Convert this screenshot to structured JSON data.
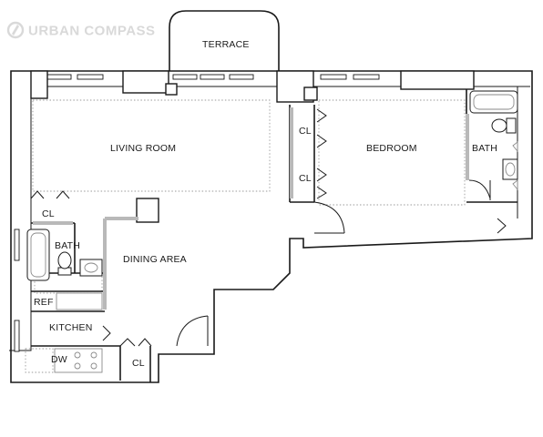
{
  "brand": {
    "name": "URBAN COMPASS",
    "logo_icon": "compass-logo-icon"
  },
  "rooms": {
    "terrace": "TERRACE",
    "living_room": "LIVING ROOM",
    "bedroom": "BEDROOM",
    "bath_master": "BATH",
    "closet_1": "CL",
    "closet_2": "CL",
    "closet_3": "CL",
    "closet_4": "CL",
    "bath_hall": "BATH",
    "dining_area": "DINING AREA",
    "refrigerator": "REF",
    "kitchen": "KITCHEN",
    "dishwasher": "DW"
  },
  "colors": {
    "wall": "#1a1a1a",
    "partition": "#b9b9b9",
    "dotted": "#9a9a9a",
    "brand": "#d9d9d9"
  }
}
